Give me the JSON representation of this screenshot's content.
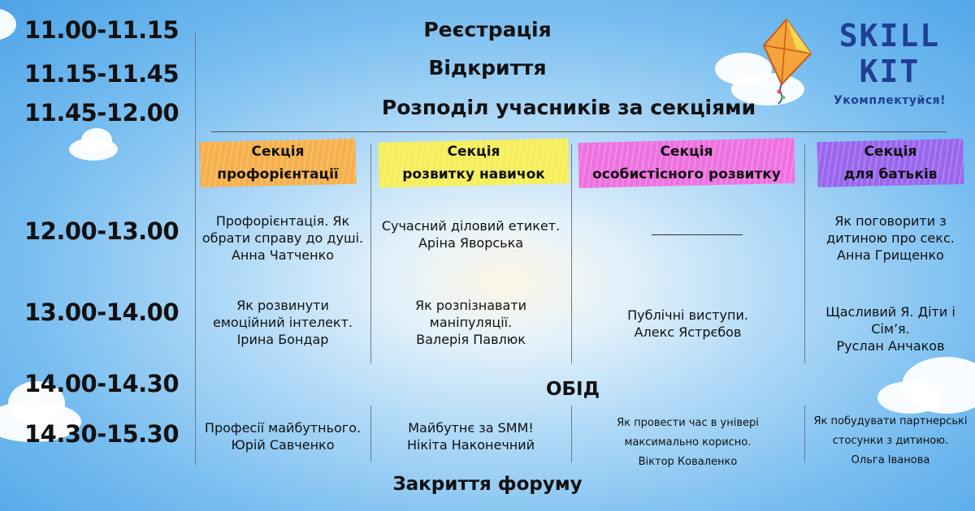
{
  "logo": {
    "title": "SKILL KIT",
    "subtitle": "Укомплектуйся!",
    "icon": "kite-icon"
  },
  "times": {
    "t1": "11.00-11.15",
    "t2": "11.15-11.45",
    "t3": "11.45-12.00",
    "t4": "12.00-13.00",
    "t5": "13.00-14.00",
    "t6": "14.00-14.30",
    "t7": "14.30-15.30"
  },
  "events": {
    "registration": "Реєстрація",
    "opening": "Відкриття",
    "distribution": "Розподіл учасників за секціями",
    "lunch": "ОБІД",
    "closing": "Закриття форуму"
  },
  "sections": [
    {
      "label": "Секція\nпрофорієнтації",
      "color": "#f6b04b"
    },
    {
      "label": "Секція\nрозвитку навичок",
      "color": "#f5ee5a"
    },
    {
      "label": "Секція\nособистісного розвитку",
      "color": "#ee71e0"
    },
    {
      "label": "Секція\nдля батьків",
      "color": "#9a66ee"
    }
  ],
  "slots": {
    "s1200": [
      "Профорієнтація. Як\nобрати справу до душі.\nАнна Чатченко",
      "Сучасний діловий етикет.\nАріна Яворська",
      "",
      "Як поговорити з\nдитиною про секс.\nАнна Грищенко"
    ],
    "s1300": [
      "Як розвинути\nемоційний інтелект.\nІрина Бондар",
      "Як розпізнавати\nманіпуляції.\nВалерія Павлюк",
      "Публічні виступи.\nАлекс Ястрєбов",
      "Щасливий Я. Діти і Сім’я.\nРуслан Анчаков"
    ],
    "s1430": [
      "Професії майбутнього.\nЮрій Савченко",
      "Майбутнє за SMM!\nНікіта Наконечний",
      "Як провести час в універі\nмаксимально корисно.\nВіктор Коваленко",
      "Як побудувати партнерські\nстосунки з дитиною.\nОльга Іванова"
    ]
  }
}
